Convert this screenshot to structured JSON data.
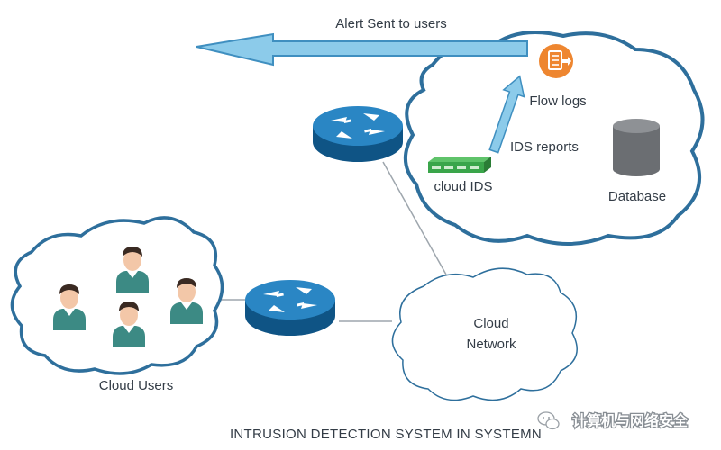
{
  "alert_label": "Alert Sent to users",
  "flow_logs_label": "Flow logs",
  "ids_reports_label": "IDS reports",
  "cloud_ids_label": "cloud IDS",
  "database_label": "Database",
  "cloud_users_label": "Cloud Users",
  "cloud_network_label_line1": "Cloud",
  "cloud_network_label_line2": "Network",
  "caption": "INTRUSION DETECTION SYSTEM IN SYSTEMN",
  "watermark": "计算机与网络安全",
  "icons": {
    "flow_logs": "log-document-icon",
    "database": "database-icon",
    "routers": "router-icon",
    "users": "person-icon",
    "ids": "network-appliance-icon"
  },
  "colors": {
    "cloud_outline": "#2e6f9c",
    "router_blue": "#1a6ea6",
    "arrow_fill": "#8ccbea",
    "arrow_stroke": "#3f8fc0",
    "ids_green": "#3aa54a",
    "flow_orange": "#ee8630",
    "database_gray": "#6b6e72",
    "person_teal": "#3c8a84",
    "link_gray": "#9ea6ad"
  }
}
